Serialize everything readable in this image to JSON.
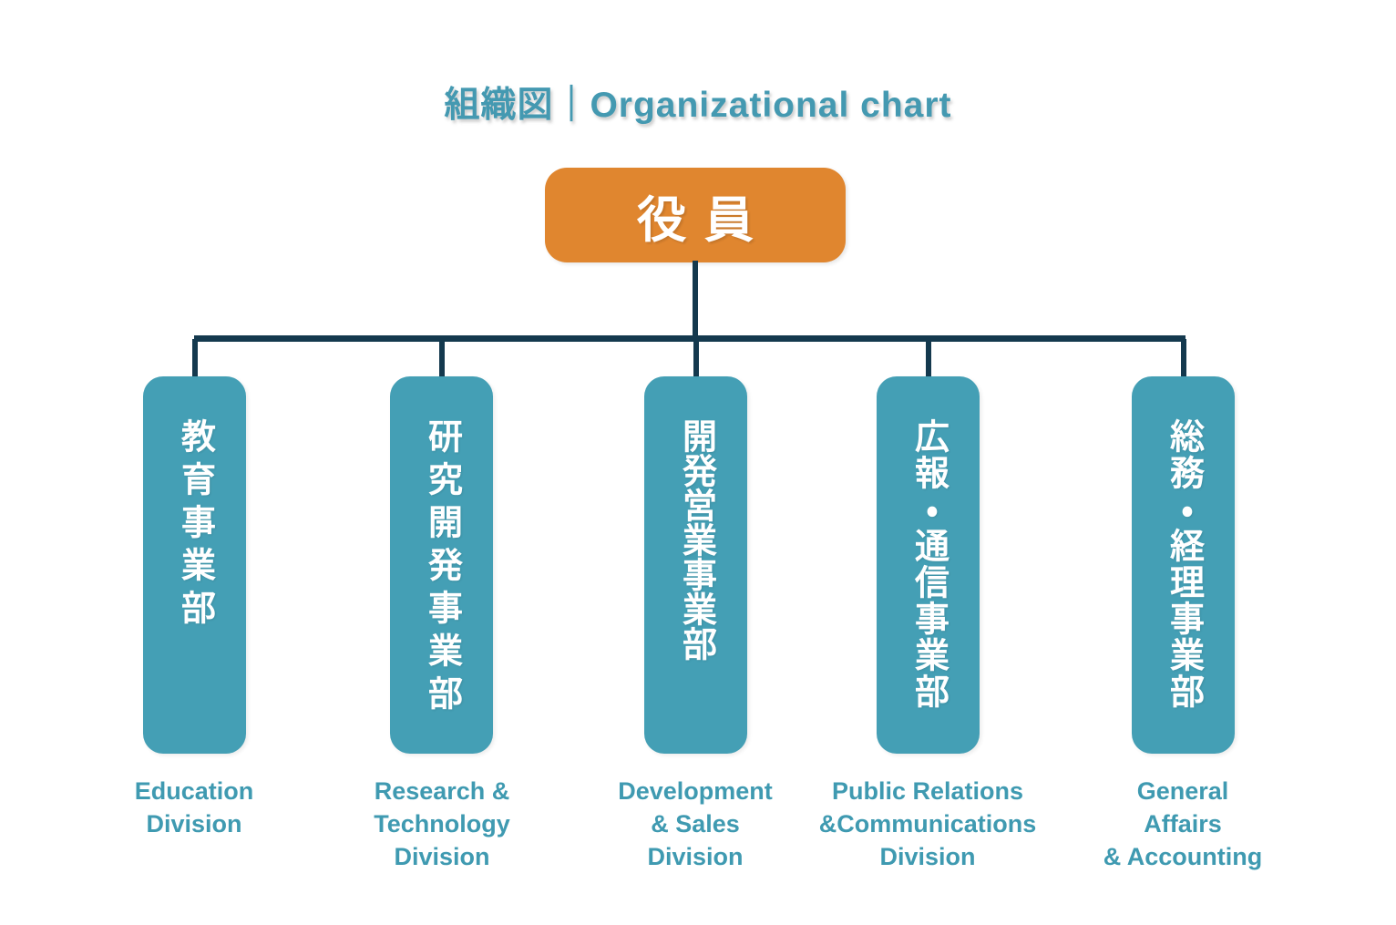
{
  "title": "組織図｜Organizational chart",
  "root": {
    "label": "役員"
  },
  "divisions": [
    {
      "ja": "教育事業部",
      "en": "Education\nDivision"
    },
    {
      "ja": "研究開発事業部",
      "en": "Research &\nTechnology\nDivision"
    },
    {
      "ja": "開発営業事業部",
      "en": "Development\n& Sales\nDivision"
    },
    {
      "ja": "広報・通信事業部",
      "en": "Public Relations\n&Communications\nDivision"
    },
    {
      "ja": "総務・経理事業部",
      "en": "General\nAffairs\n& Accounting"
    }
  ],
  "colors": {
    "accent_orange": "#e0862f",
    "division_teal": "#449fb5",
    "text_teal": "#3f9ab1",
    "connector_navy": "#14394e",
    "node_text": "#ffffff",
    "background": "#ffffff"
  }
}
